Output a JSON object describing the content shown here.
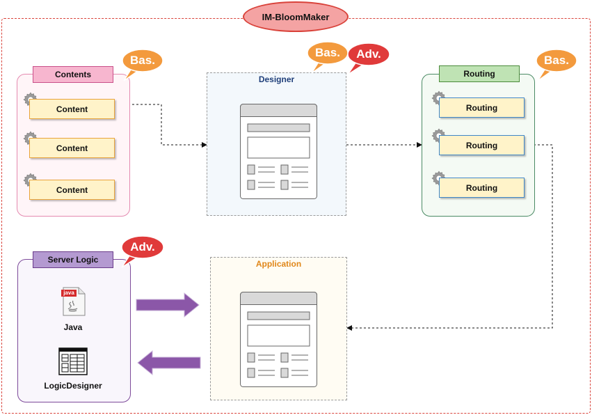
{
  "title": "IM-BloomMaker",
  "contents": {
    "header": "Contents",
    "items": [
      "Content",
      "Content",
      "Content"
    ],
    "badge": "Bas."
  },
  "designer": {
    "title": "Designer",
    "badges": [
      "Bas.",
      "Adv."
    ]
  },
  "routing": {
    "header": "Routing",
    "items": [
      "Routing",
      "Routing",
      "Routing"
    ],
    "badge": "Bas."
  },
  "server_logic": {
    "header": "Server Logic",
    "badge": "Adv.",
    "items": [
      {
        "label": "Java",
        "icon": "java-file-icon",
        "icon_text": "java"
      },
      {
        "label": "LogicDesigner",
        "icon": "logic-designer-icon"
      }
    ]
  },
  "application": {
    "title": "Application"
  },
  "colors": {
    "bas": "#f39a3d",
    "adv": "#e03a3a",
    "arrow": "#8b57a8"
  }
}
